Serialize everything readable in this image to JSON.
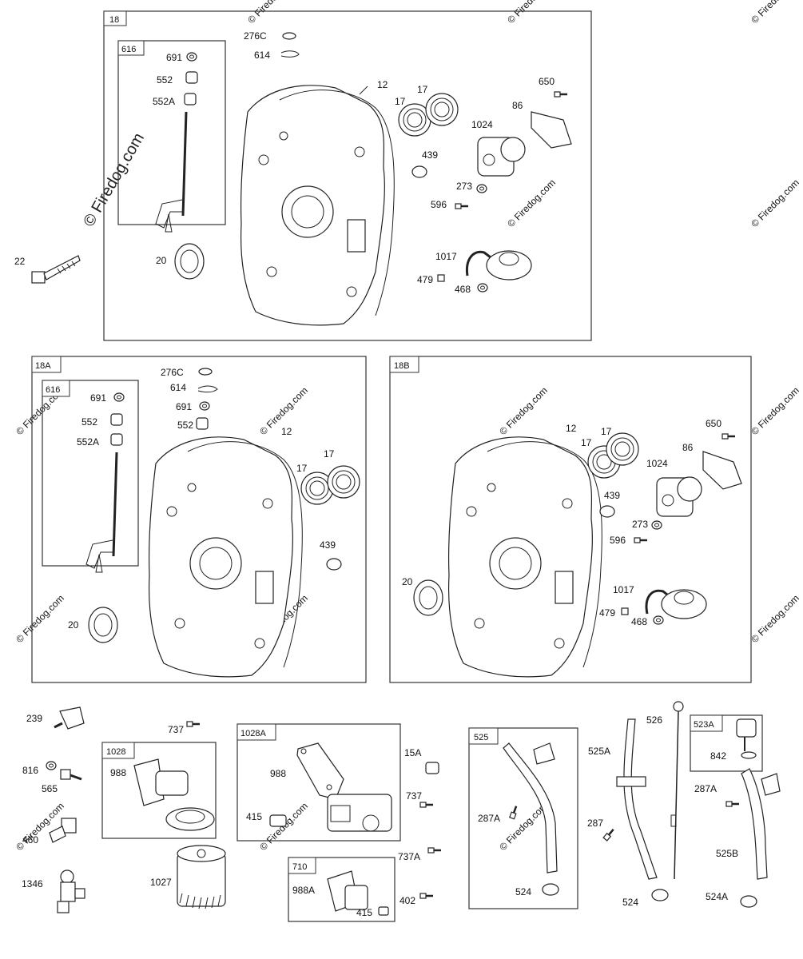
{
  "watermark": {
    "credit": "© Firedog.com",
    "faint": "© Firedog.com"
  },
  "panel_18": {
    "title": "18",
    "sub_title": "616",
    "labels": {
      "l276c": "276C",
      "l614": "614",
      "l691": "691",
      "l552": "552",
      "l552a": "552A",
      "l12": "12",
      "l17a": "17",
      "l17b": "17",
      "l650": "650",
      "l86": "86",
      "l1024": "1024",
      "l439": "439",
      "l273": "273",
      "l596": "596",
      "l20": "20",
      "l1017": "1017",
      "l479": "479",
      "l468": "468"
    }
  },
  "standalone": {
    "l22": "22"
  },
  "panel_18a": {
    "title": "18A",
    "sub_title": "616",
    "labels": {
      "l276c": "276C",
      "l614": "614",
      "l691a": "691",
      "l691b": "691",
      "l552a": "552",
      "l552b": "552",
      "l552A": "552A",
      "l12": "12",
      "l17a": "17",
      "l17b": "17",
      "l439": "439",
      "l20": "20"
    }
  },
  "panel_18b": {
    "title": "18B",
    "labels": {
      "l12": "12",
      "l17a": "17",
      "l17b": "17",
      "l650": "650",
      "l86": "86",
      "l1024": "1024",
      "l439": "439",
      "l273": "273",
      "l596": "596",
      "l20": "20",
      "l1017": "1017",
      "l479": "479",
      "l468": "468"
    }
  },
  "bottom": {
    "l239": "239",
    "l816": "816",
    "l565": "565",
    "l460": "460",
    "l1346": "1346",
    "l737": "737",
    "l1027": "1027",
    "l15a": "15A",
    "l737b": "737",
    "l737a": "737A",
    "l402": "402",
    "l287": "287",
    "l525a": "525A",
    "l526": "526",
    "l524b": "524",
    "l287a": "287A",
    "l525b": "525B",
    "l524a": "524A"
  },
  "box_1028": {
    "title": "1028",
    "l988": "988"
  },
  "box_1028a": {
    "title": "1028A",
    "l988": "988",
    "l415": "415"
  },
  "box_710": {
    "title": "710",
    "l988a": "988A",
    "l415": "415"
  },
  "box_525": {
    "title": "525",
    "l287a": "287A",
    "l524": "524"
  },
  "box_523a": {
    "title": "523A",
    "l842": "842"
  }
}
